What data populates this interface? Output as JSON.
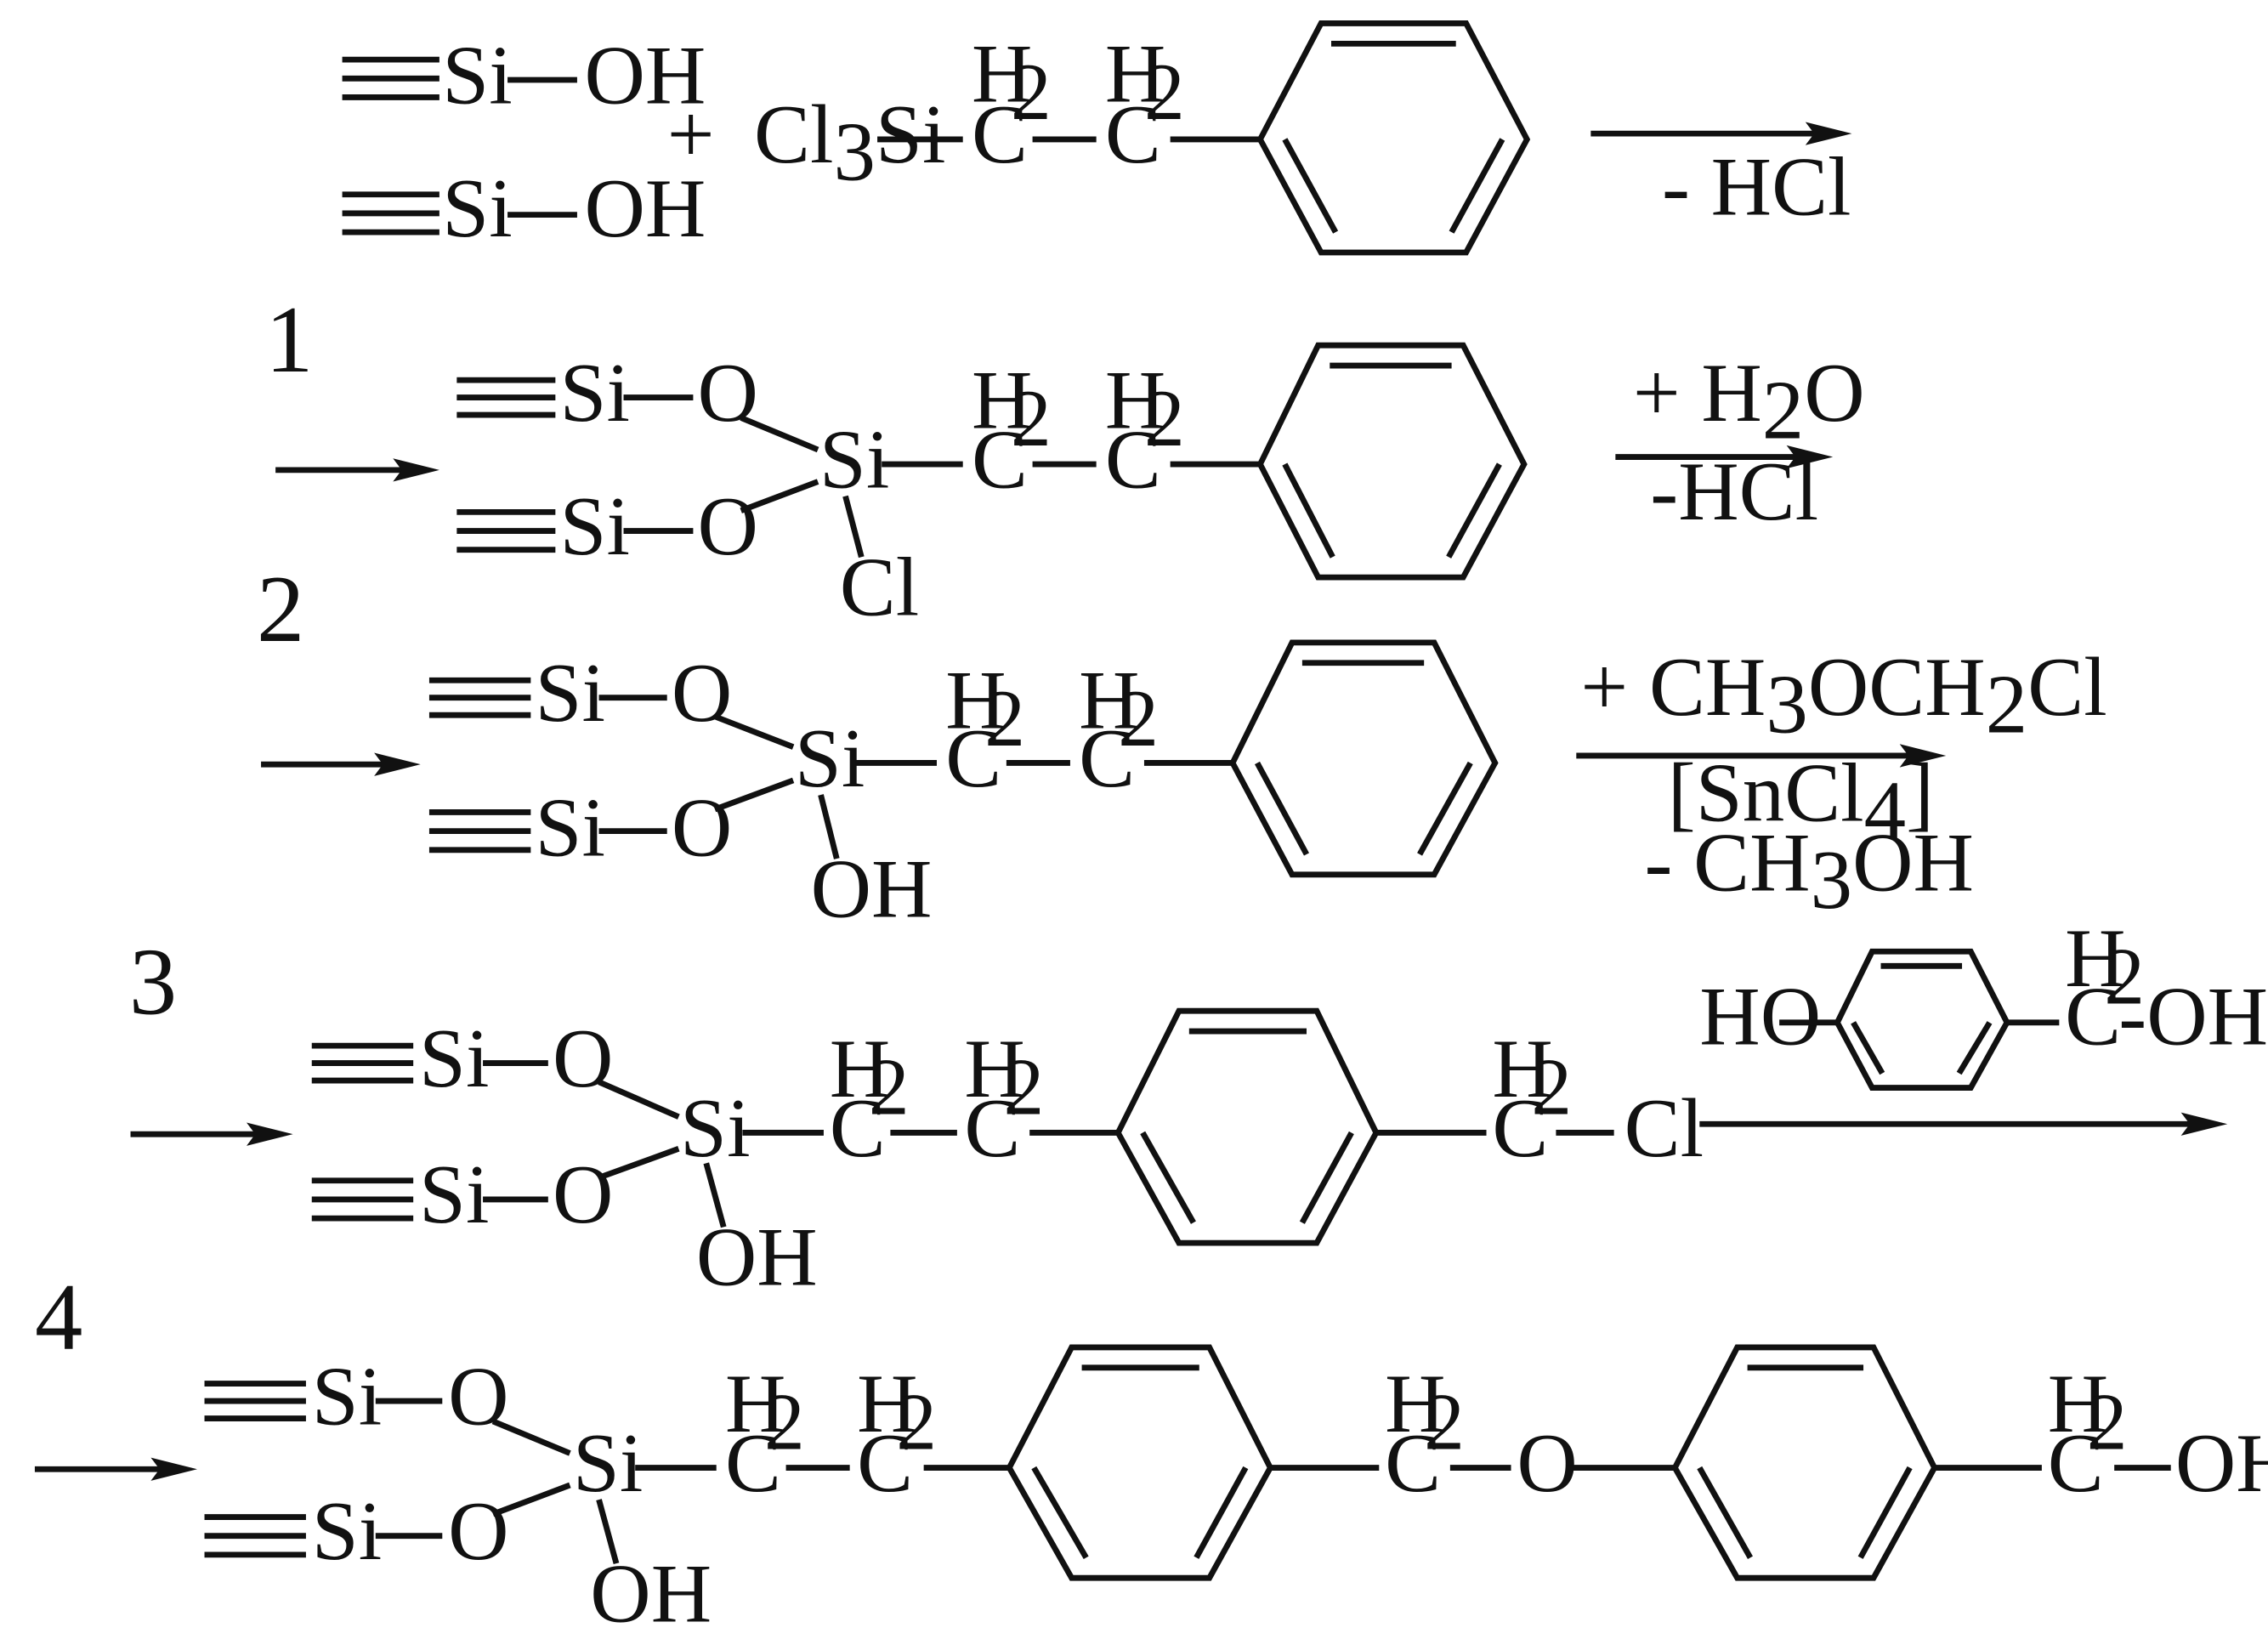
{
  "scheme": {
    "stage0": {
      "silanol_1": "Si",
      "oh_1": "OH",
      "silanol_2": "Si",
      "oh_2": "OH",
      "plus": "+",
      "reagent_si": "Cl",
      "reagent_si_sub": "3",
      "reagent_si_tail": "Si",
      "ch2_a_h": "H",
      "ch2_a_sub": "2",
      "ch2_a_c": "C",
      "ch2_b_h": "H",
      "ch2_b_sub": "2",
      "ch2_b_c": "C",
      "arrow_below": "- HCl"
    },
    "stage1": {
      "number": "1",
      "si_top": "Si",
      "o_top": "O",
      "si_bottom": "Si",
      "o_bottom": "O",
      "si_center": "Si",
      "substituent": "Cl",
      "ch2_a_h": "H",
      "ch2_a_sub": "2",
      "ch2_a_c": "C",
      "ch2_b_h": "H",
      "ch2_b_sub": "2",
      "ch2_b_c": "C",
      "arrow_above": "+ H",
      "arrow_above_sub": "2",
      "arrow_above_tail": "O",
      "arrow_below": "-HCl"
    },
    "stage2": {
      "number": "2",
      "si_top": "Si",
      "o_top": "O",
      "si_bottom": "Si",
      "o_bottom": "O",
      "si_center": "Si",
      "substituent": "OH",
      "ch2_a_h": "H",
      "ch2_a_sub": "2",
      "ch2_a_c": "C",
      "ch2_b_h": "H",
      "ch2_b_sub": "2",
      "ch2_b_c": "C",
      "arrow_above_1": "+ CH",
      "arrow_above_sub1": "3",
      "arrow_above_2": "OCH",
      "arrow_above_sub2": "2",
      "arrow_above_3": "Cl",
      "catalyst_1": "[SnCl",
      "catalyst_sub": "4",
      "catalyst_2": "]",
      "byproduct_1": "- CH",
      "byproduct_sub": "3",
      "byproduct_2": "OH"
    },
    "stage3": {
      "number": "3",
      "si_top": "Si",
      "o_top": "O",
      "si_bottom": "Si",
      "o_bottom": "O",
      "si_center": "Si",
      "substituent": "OH",
      "ch2_a_h": "H",
      "ch2_a_sub": "2",
      "ch2_a_c": "C",
      "ch2_b_h": "H",
      "ch2_b_sub": "2",
      "ch2_b_c": "C",
      "ch2_c_h": "H",
      "ch2_c_sub": "2",
      "ch2_c_c": "C",
      "chloride": "Cl",
      "reagent_ho": "HO",
      "reagent_h": "H",
      "reagent_h_sub": "2",
      "reagent_c": "C",
      "reagent_oh": "-OH"
    },
    "stage4": {
      "number": "4",
      "si_top": "Si",
      "o_top": "O",
      "si_bottom": "Si",
      "o_bottom": "O",
      "si_center": "Si",
      "substituent": "OH",
      "ch2_a_h": "H",
      "ch2_a_sub": "2",
      "ch2_a_c": "C",
      "ch2_b_h": "H",
      "ch2_b_sub": "2",
      "ch2_b_c": "C",
      "ch2_c_h": "H",
      "ch2_c_sub": "2",
      "ch2_c_c": "C",
      "ether_o": "O",
      "ch2_d_h": "H",
      "ch2_d_sub": "2",
      "ch2_d_c": "C",
      "terminal_oh": "OH"
    }
  }
}
